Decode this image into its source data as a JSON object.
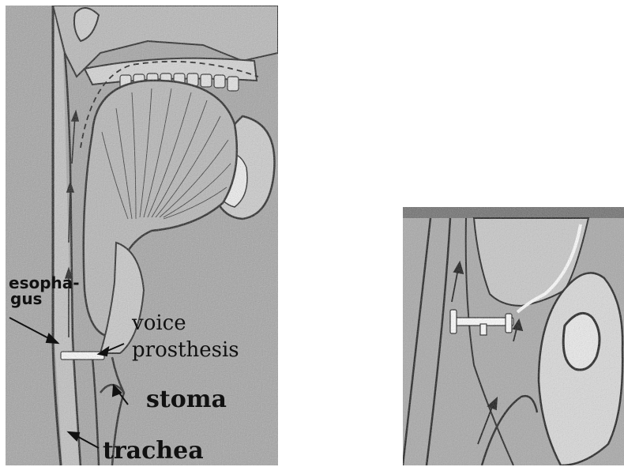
{
  "left_figure": {
    "labels": {
      "esophagus_line1": "esopha-",
      "esophagus_line2": "gus",
      "voice_line1": "voice",
      "voice_line2": "prosthesis",
      "stoma": "stoma",
      "trachea": "trachea"
    }
  },
  "colors": {
    "background": "#ffffff",
    "tissue": "#9a9a9a",
    "tissue_light": "#c4c4c4",
    "outline": "#1a1a1a",
    "prosthesis": "#ffffff"
  }
}
